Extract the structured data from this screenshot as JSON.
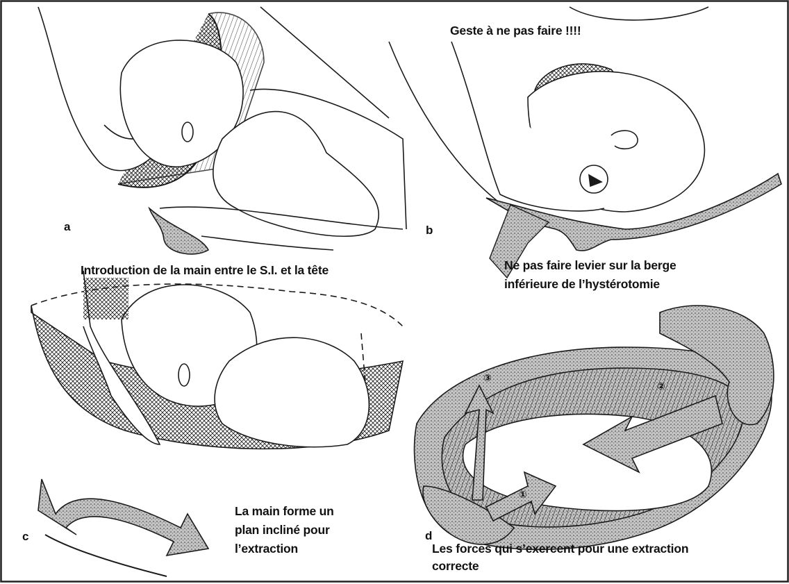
{
  "panels": {
    "a": {
      "label": "a",
      "caption": "Introduction de la main entre le S.I. et la tête"
    },
    "b": {
      "label": "b",
      "warning": "Geste à ne pas faire !!!!",
      "caption_line1": "Ne pas faire levier sur la berge",
      "caption_line2": "inférieure de l’hystérotomie"
    },
    "c": {
      "label": "c",
      "caption_line1": "La main forme un",
      "caption_line2": "plan incliné pour",
      "caption_line3": "l’extraction"
    },
    "d": {
      "label": "d",
      "caption_line1": "Les forces qui s’exercent pour une extraction",
      "caption_line2": "correcte",
      "force_labels": [
        "①",
        "②",
        "③"
      ]
    }
  },
  "colors": {
    "ink": "#1a1a1a",
    "stipple": "#9a9a9a",
    "background": "#ffffff"
  }
}
